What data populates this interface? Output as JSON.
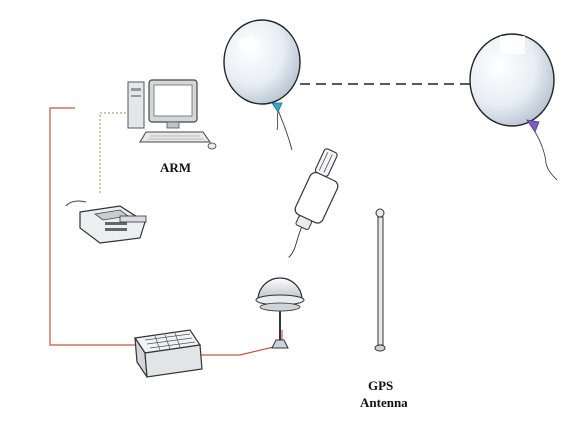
{
  "labels": {
    "computer": "ARM",
    "gps_line1": "GPS",
    "gps_line2": "Antenna"
  },
  "colors": {
    "wire_red": "#c8553a",
    "wire_dotted": "#b0a57a",
    "balloon_fill": "#dfe8f0",
    "balloon_stroke": "#222222",
    "ground_station": "#d9dde3",
    "antenna_tip": "#3da3c8",
    "antenna_tip_2": "#7a5cc7"
  }
}
